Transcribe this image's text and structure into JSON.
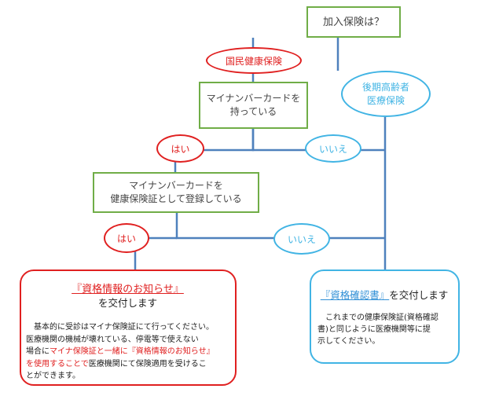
{
  "nodes": {
    "start": "加入保険は？",
    "kokumin": "国民健康保険",
    "kouki_line1": "後期高齢者",
    "kouki_line2": "医療保険",
    "q1_line1": "マイナンバーカードを",
    "q1_line2": "持っている",
    "q1_yes": "はい",
    "q1_no": "いいえ",
    "q2_line1": "マイナンバーカードを",
    "q2_line2": "健康保険証として登録している",
    "q2_yes": "はい",
    "q2_no": "いいえ"
  },
  "result_left": {
    "title": "『資格情報のお知らせ』",
    "title_suffix": "を交付します",
    "body_1": "基本的に受診はマイナ保険証にて行ってください。",
    "body_2": "医療機関の機械が壊れている、停電等で使えない",
    "body_3a": "場合に",
    "body_3b": "マイナ保険証と一緒に『資格情報のお知らせ』",
    "body_4a": "を使用することで",
    "body_4b": "医療機関にて保険適用を受けるこ",
    "body_5": "とができます。"
  },
  "result_right": {
    "title": "『資格確認書』",
    "title_suffix": "を交付します",
    "body_1": "これまでの健康保険証(資格確認",
    "body_2": "書)と同じように医療機関等に提",
    "body_3": "示してください。"
  },
  "colors": {
    "green": "#70ad47",
    "red": "#e02020",
    "blue": "#41b4e4",
    "line": "#4f81bd"
  }
}
